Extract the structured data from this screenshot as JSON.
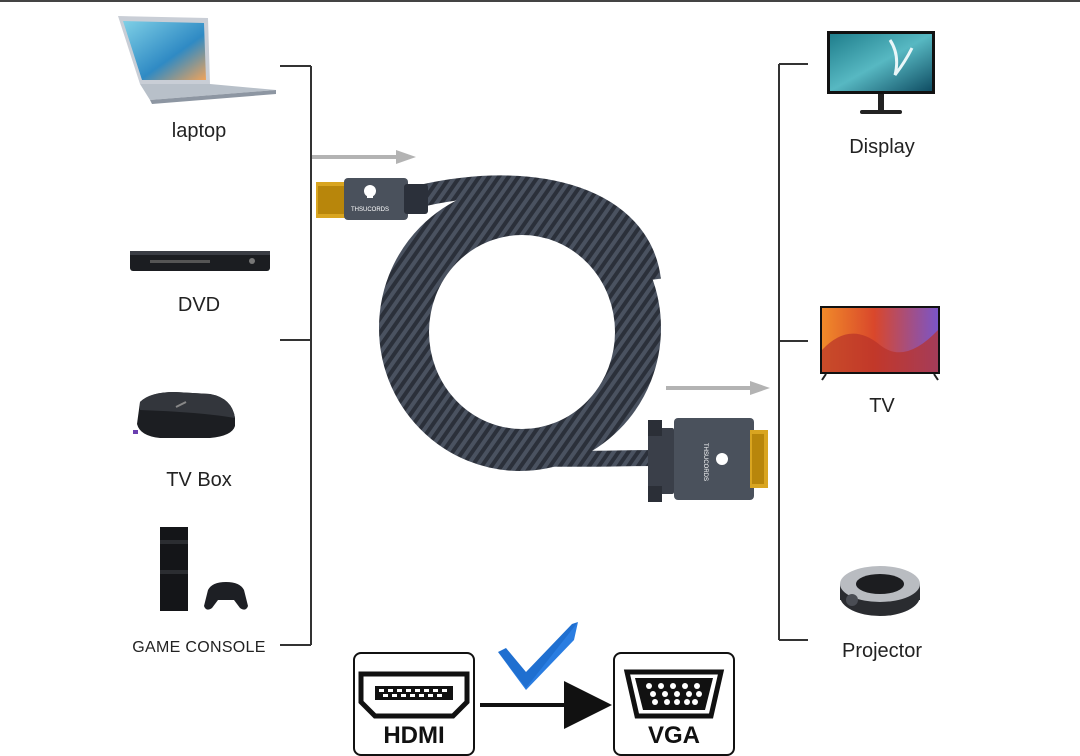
{
  "sources": [
    {
      "label": "laptop",
      "icon": "laptop-icon"
    },
    {
      "label": "DVD",
      "icon": "dvd-player-icon"
    },
    {
      "label": "TV Box",
      "icon": "tv-box-icon"
    },
    {
      "label": "GAME CONSOLE",
      "icon": "game-console-icon"
    }
  ],
  "destinations": [
    {
      "label": "Display",
      "icon": "monitor-icon"
    },
    {
      "label": "TV",
      "icon": "tv-icon"
    },
    {
      "label": "Projector",
      "icon": "projector-icon"
    }
  ],
  "cable": {
    "brand": "THSUCORDS",
    "icon": "braided-cable-icon"
  },
  "conversion": {
    "from": "HDMI",
    "to": "VGA",
    "check": "checkmark-icon"
  },
  "colors": {
    "cable": "#2e3440",
    "connector_gold": "#d9a520",
    "check_blue": "#2a7de1",
    "arrow_gray": "#b3b3b3"
  }
}
